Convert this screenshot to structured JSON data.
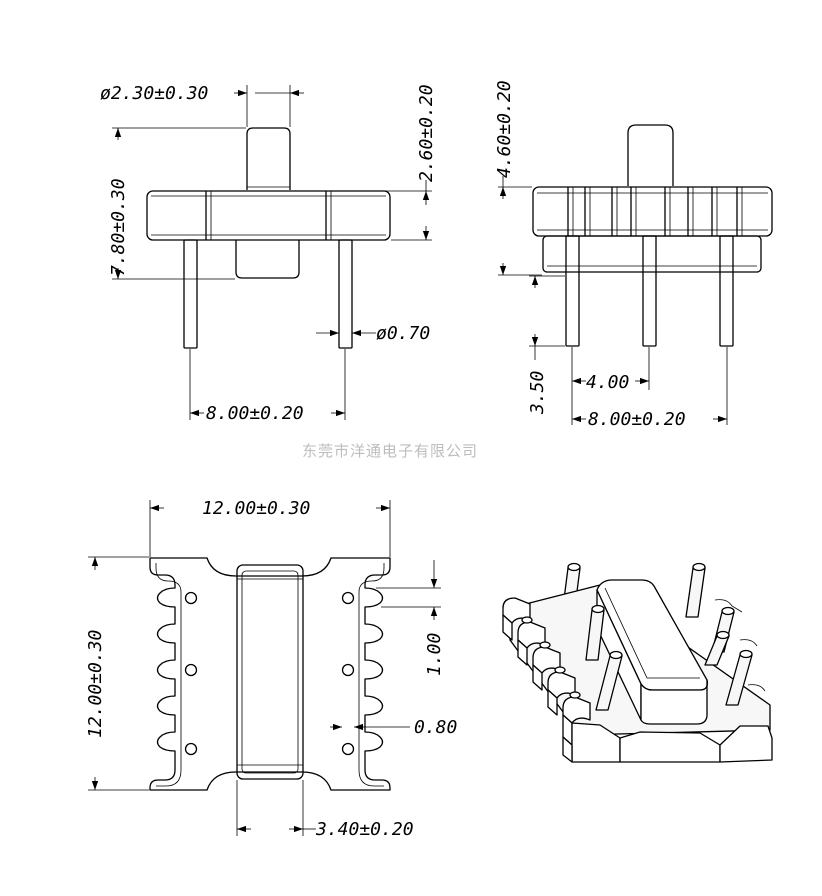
{
  "watermark": "东莞市洋通电子有限公司",
  "dimensions": {
    "front_pin_circle_diameter": "ø2.30±0.30",
    "front_total_height": "7.80±0.30",
    "front_top_height": "2.60±0.20",
    "front_pin_diameter": "ø0.70",
    "front_pin_span": "8.00±0.20",
    "side_height": "4.60±0.20",
    "side_pin_length": "3.50",
    "side_pin_pitch": "4.00",
    "side_pin_span": "8.00±0.20",
    "plan_width": "12.00±0.30",
    "plan_height": "12.00±0.30",
    "plan_notch_pitch": "1.00",
    "plan_hole": "0.80",
    "plan_core_width": "3.40±0.20"
  }
}
